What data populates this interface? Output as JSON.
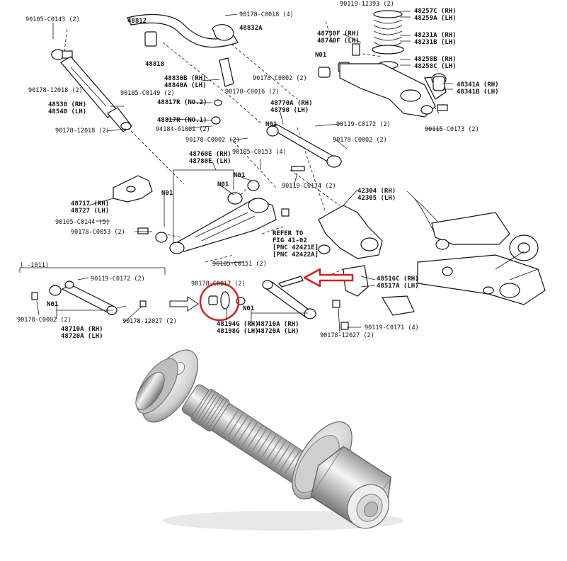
{
  "labels": {
    "l_90105_c0143": "90105‐C0143 (2)",
    "l_48812": "48812",
    "l_90178_c0018": "90178‐C0018 (4)",
    "l_48832a": "48832A",
    "l_90119_12393": "90119‐12393 (2)",
    "l_48257c": "48257C (RH)",
    "l_48259a": "48259A (LH)",
    "l_48231a": "48231A (RH)",
    "l_48231b": "48231B (LH)",
    "l_48730f": "48730F (RH)",
    "l_48740f": "48740F (LH)",
    "l_n01_a": "N01",
    "l_48258b": "48258B (RH)",
    "l_48258c": "48258C (LH)",
    "l_48818": "48818",
    "l_48830b": "48830B (RH)",
    "l_48840a": "48840A (LH)",
    "l_90178_c0002_a": "90178‐C0002 (2)",
    "l_48341a": "48341A (RH)",
    "l_48341b": "48341B (LH)",
    "l_90178_12018_a": "90178‐12018 (2)",
    "l_90105_c0149": "90105‐C0149 (2)",
    "l_90178_c0016": "90178‐C0016 (2)",
    "l_48530": "48530 (RH)",
    "l_48540": "48540 (LH)",
    "l_48817r_no2": "48817R (NO.2)",
    "l_48770a": "48770A (RH)",
    "l_48790": "48790 (LH)",
    "l_48817r_no1": "48817R (NO.1)",
    "l_94184_61001": "94184‐61001 (2)",
    "l_n01_b": "N01",
    "l_90119_c0172_a": "90119‐C0172 (2)",
    "l_90115_c0173": "90115‐C0173 (2)",
    "l_90178_12018_b": "90178‐12018 (2)",
    "l_90178_c0002_b": "90178‐C0002 (2)",
    "l_90178_c0002_c": "90178‐C0002 (2)",
    "l_48760e": "48760E (RH)",
    "l_48780e": "48780E (LH)",
    "l_90105_c0153": "90105‐C0153 (4)",
    "l_n01_c": "N01",
    "l_n01_d": "N01",
    "l_90119_c0174": "90119‐C0174 (2)",
    "l_42304": "42304 (RH)",
    "l_42305": "42305 (LH)",
    "l_48717": "48717 (RH)",
    "l_48727": "48727 (LH)",
    "l_n01_e": "N01",
    "l_90105_c0144": "90105‐C0144 (5)",
    "l_refer1": "REFER TO",
    "l_refer2": "FIG 41‐02",
    "l_refer3": "[PNC 42421E]",
    "l_refer4": "[PNC 42422A]",
    "l_90178_c0053": "90178‐C0053 (2)",
    "l_90105_c0151": "90105‐C0151 (2)",
    "l_period": "(      ‐1011)",
    "l_90119_c0172_b": "90119‐C0172 (2)",
    "l_90178_c0017": "90178‐C0017 (2)",
    "l_48516c": "48516C (RH)",
    "l_48517a": "48517A (LH)",
    "l_n01_f": "N01",
    "l_90178_c0002_d": "90178‐C0002 (2)",
    "l_90178_12027_a": "90178‐12027 (2)",
    "l_n01_g": "N01",
    "l_48194g": "48194G (RH)",
    "l_48198g": "48198G (LH)",
    "l_48710a_a": "48710A (RH)",
    "l_48720a_a": "48720A (LH)",
    "l_48710a_b": "48710A (RH)",
    "l_48720a_b": "48720A (LH)",
    "l_90119_c0171": "90119‐C0171 (4)",
    "l_90178_12027_b": "90178‐12027 (2)"
  },
  "colors": {
    "highlight": "#d42020",
    "line": "#111111",
    "background": "#ffffff"
  },
  "icons": {
    "arrow_outline": "red-outline-left-arrow-icon",
    "arrow_hollow": "hollow-right-arrow-icon",
    "photo": "cam-bolt-with-washers-and-nut"
  }
}
